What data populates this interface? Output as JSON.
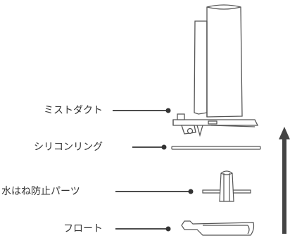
{
  "parts": [
    {
      "label": "ミストダクト"
    },
    {
      "label": "シリコンリング"
    },
    {
      "label": "水はね防止パーツ"
    },
    {
      "label": "フロート"
    }
  ],
  "colors": {
    "line": "#333333",
    "outline": "#555555",
    "arrow": "#444444"
  },
  "arrow_direction": "up"
}
